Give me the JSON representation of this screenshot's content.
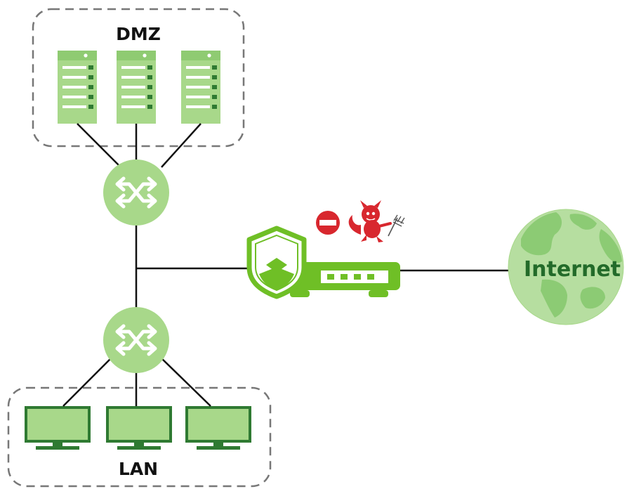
{
  "zones": {
    "dmz": {
      "label": "DMZ"
    },
    "lan": {
      "label": "LAN"
    }
  },
  "internet": {
    "label": "Internet"
  },
  "icons": {
    "server": "server-icon",
    "switch": "switch-icon",
    "firewall": "firewall-icon",
    "monitor": "monitor-icon",
    "globe": "globe-icon",
    "blocked": "no-entry-icon",
    "threat": "devil-icon"
  },
  "colors": {
    "light_green": "#a8d88a",
    "mid_green": "#7cc262",
    "firewall_green": "#6fbf26",
    "dark_green": "#2f7a32",
    "globe_fill": "#b6dea0",
    "globe_land": "#8ccb74",
    "internet_text": "#236b2a",
    "border_gray": "#777777",
    "threat_red": "#d8272e"
  }
}
